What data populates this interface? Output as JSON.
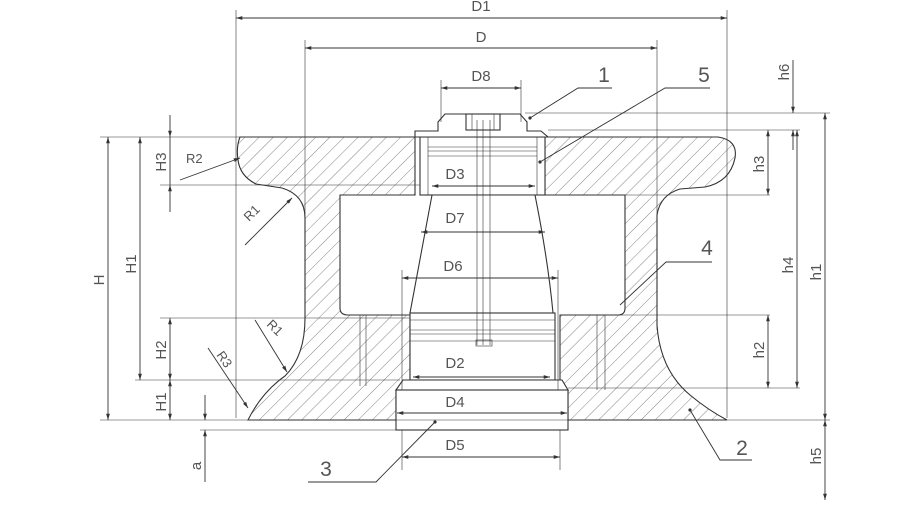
{
  "colors": {
    "line": "#333333",
    "hatch": "#666666",
    "text": "#555555",
    "background": "#ffffff"
  },
  "horizontal_dims": {
    "D1": "D1",
    "D": "D",
    "D8": "D8",
    "D3": "D3",
    "D7": "D7",
    "D6": "D6",
    "D2": "D2",
    "D4": "D4",
    "D5": "D5"
  },
  "left_dims": {
    "H": "H",
    "H1_mid": "H1",
    "H3": "H3",
    "H2": "H2",
    "H1_base": "H1",
    "a": "a"
  },
  "right_dims": {
    "h6": "h6",
    "h3": "h3",
    "h4": "h4",
    "h2": "h2",
    "h1": "h1",
    "h5": "h5"
  },
  "radii": {
    "R2": "R2",
    "R1_top": "R1",
    "R1_bottom": "R1",
    "R3": "R3"
  },
  "part_callouts": {
    "p1": "1",
    "p2": "2",
    "p3": "3",
    "p4": "4",
    "p5": "5"
  }
}
